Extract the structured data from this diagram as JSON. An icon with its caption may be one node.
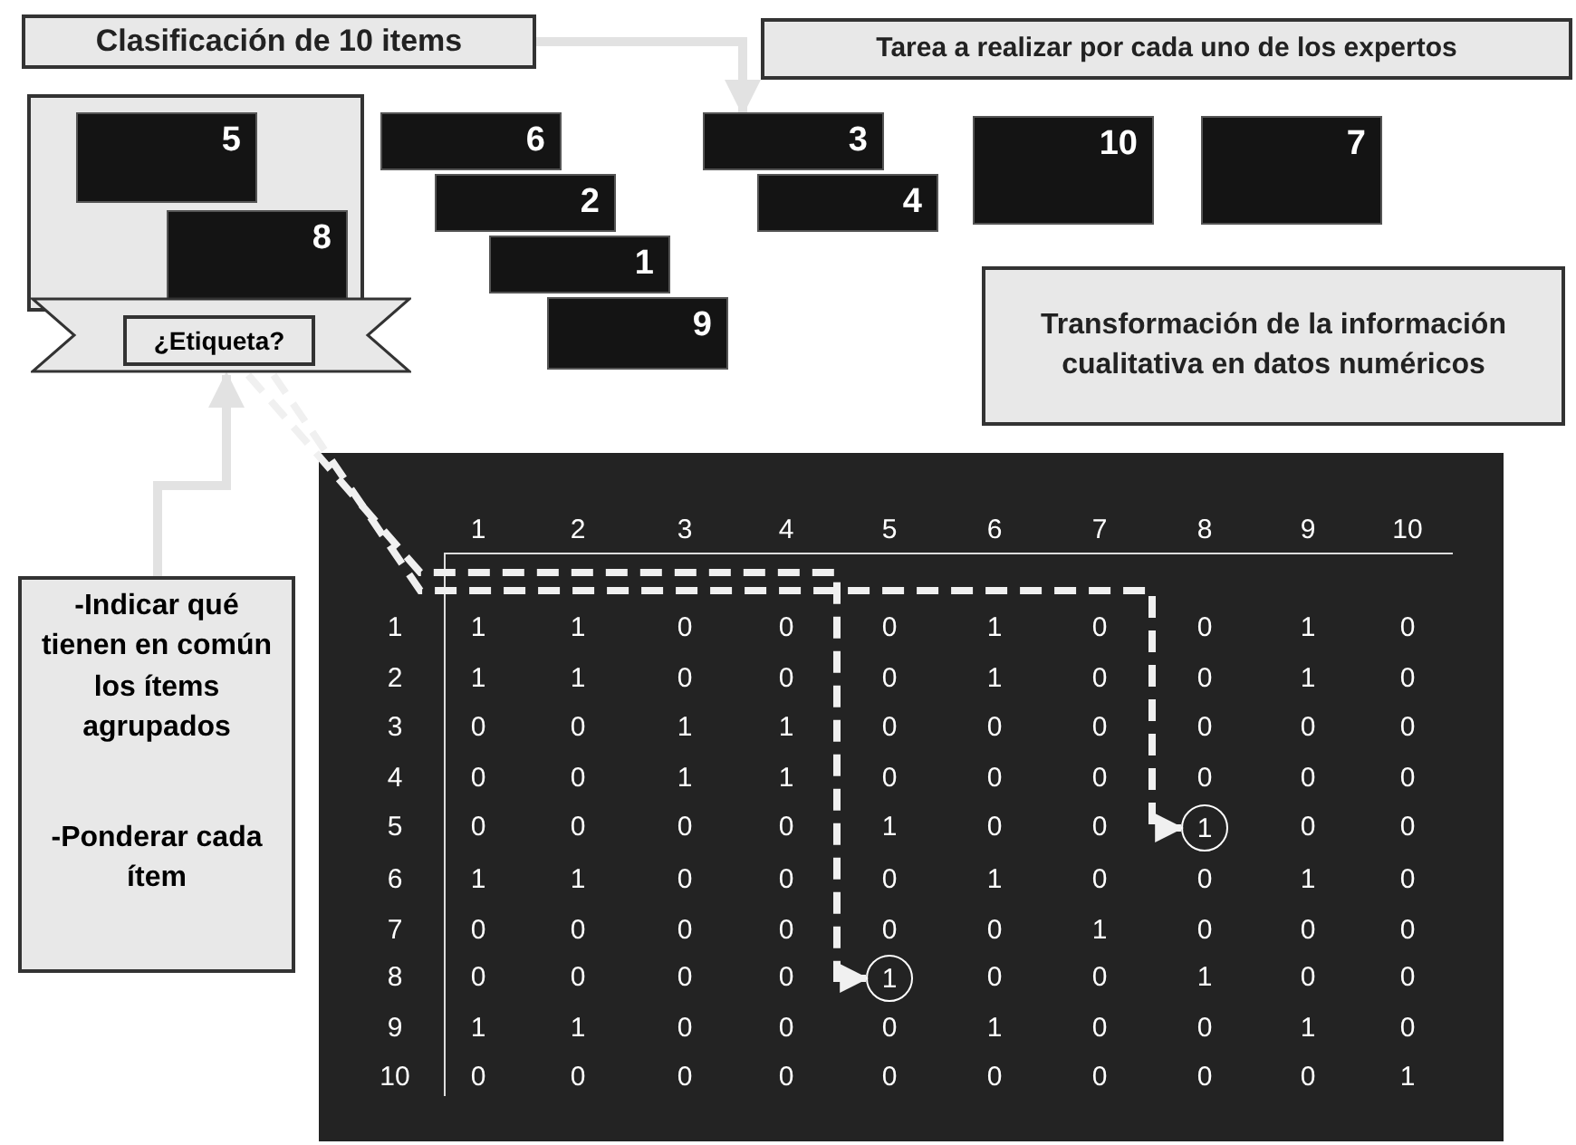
{
  "diagram": {
    "nodes": [
      {
        "text": [
          "Clasificación de 10 items"
        ]
      },
      {
        "text": [
          "Tarea a realizar por cada uno de los expertos"
        ]
      },
      {
        "text": [],
        "shape": "box"
      },
      {
        "text": [
          "5"
        ],
        "in": 2
      },
      {
        "text": [
          "8"
        ],
        "in": 2
      },
      {
        "text": [
          "¿Etiqueta?"
        ]
      },
      {
        "text": [
          "6"
        ]
      },
      {
        "text": [
          "2"
        ]
      },
      {
        "text": [
          "1"
        ]
      },
      {
        "text": [
          "9"
        ]
      },
      {
        "text": [
          "3"
        ]
      },
      {
        "text": [
          "4"
        ]
      },
      {
        "text": [
          "10"
        ]
      },
      {
        "text": [
          "7"
        ]
      },
      {
        "text": [
          "Transformación de la información cualitativa en datos numéricos"
        ]
      },
      {
        "text": [
          "-Indicar qué tienen en común los ítems agrupados",
          "-Ponderar cada ítem"
        ]
      },
      {
        "text": [],
        "shape": "box"
      },
      {
        "text": [
          "1"
        ],
        "in": 16
      },
      {
        "text": [
          "1"
        ],
        "in": 16
      }
    ],
    "edges": [
      {
        "from": 0,
        "to": 10,
        "arrow": "to"
      },
      {
        "from": 15,
        "to": 5,
        "arrow": "to"
      },
      {
        "from": 5,
        "to": 17,
        "arrow": "to",
        "style": "dashed"
      },
      {
        "from": 5,
        "to": 18,
        "arrow": "to",
        "style": "dashed"
      }
    ],
    "labels": [
      "1",
      "2",
      "3",
      "4",
      "5",
      "6",
      "7",
      "8",
      "9",
      "10",
      "1",
      "1",
      "1",
      "0",
      "0",
      "0",
      "1",
      "0",
      "0",
      "1",
      "0",
      "2",
      "1",
      "1",
      "0",
      "0",
      "0",
      "1",
      "0",
      "0",
      "1",
      "0",
      "3",
      "0",
      "0",
      "1",
      "1",
      "0",
      "0",
      "0",
      "0",
      "0",
      "0",
      "4",
      "0",
      "0",
      "1",
      "1",
      "0",
      "0",
      "0",
      "0",
      "0",
      "0",
      "5",
      "0",
      "0",
      "0",
      "0",
      "1",
      "0",
      "0",
      "0",
      "0",
      "6",
      "1",
      "1",
      "0",
      "0",
      "0",
      "1",
      "0",
      "0",
      "1",
      "0",
      "7",
      "0",
      "0",
      "0",
      "0",
      "0",
      "0",
      "1",
      "0",
      "0",
      "0",
      "8",
      "0",
      "0",
      "0",
      "0",
      "0",
      "0",
      "1",
      "0",
      "0",
      "9",
      "1",
      "1",
      "0",
      "0",
      "0",
      "1",
      "0",
      "0",
      "1",
      "0",
      "10",
      "0",
      "0",
      "0",
      "0",
      "0",
      "0",
      "0",
      "0",
      "0",
      "1"
    ]
  }
}
